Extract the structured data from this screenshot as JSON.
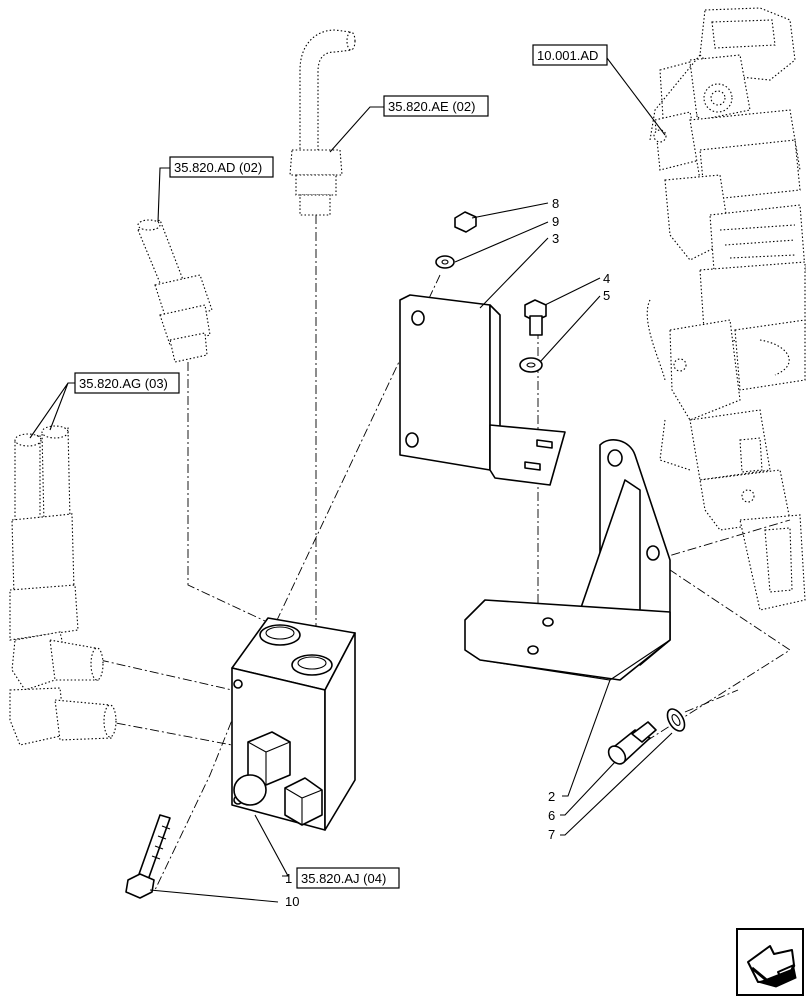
{
  "references": {
    "ref_10_001_ad": "10.001.AD",
    "ref_35_820_ae": "35.820.AE (02)",
    "ref_35_820_ad": "35.820.AD (02)",
    "ref_35_820_ag": "35.820.AG (03)",
    "ref_35_820_aj": "35.820.AJ (04)"
  },
  "callouts": {
    "n1": "1",
    "n2": "2",
    "n3": "3",
    "n4": "4",
    "n5": "5",
    "n6": "6",
    "n7": "7",
    "n8": "8",
    "n9": "9",
    "n10": "10"
  },
  "icons": {
    "navigation": "next-page-arrow-icon"
  }
}
